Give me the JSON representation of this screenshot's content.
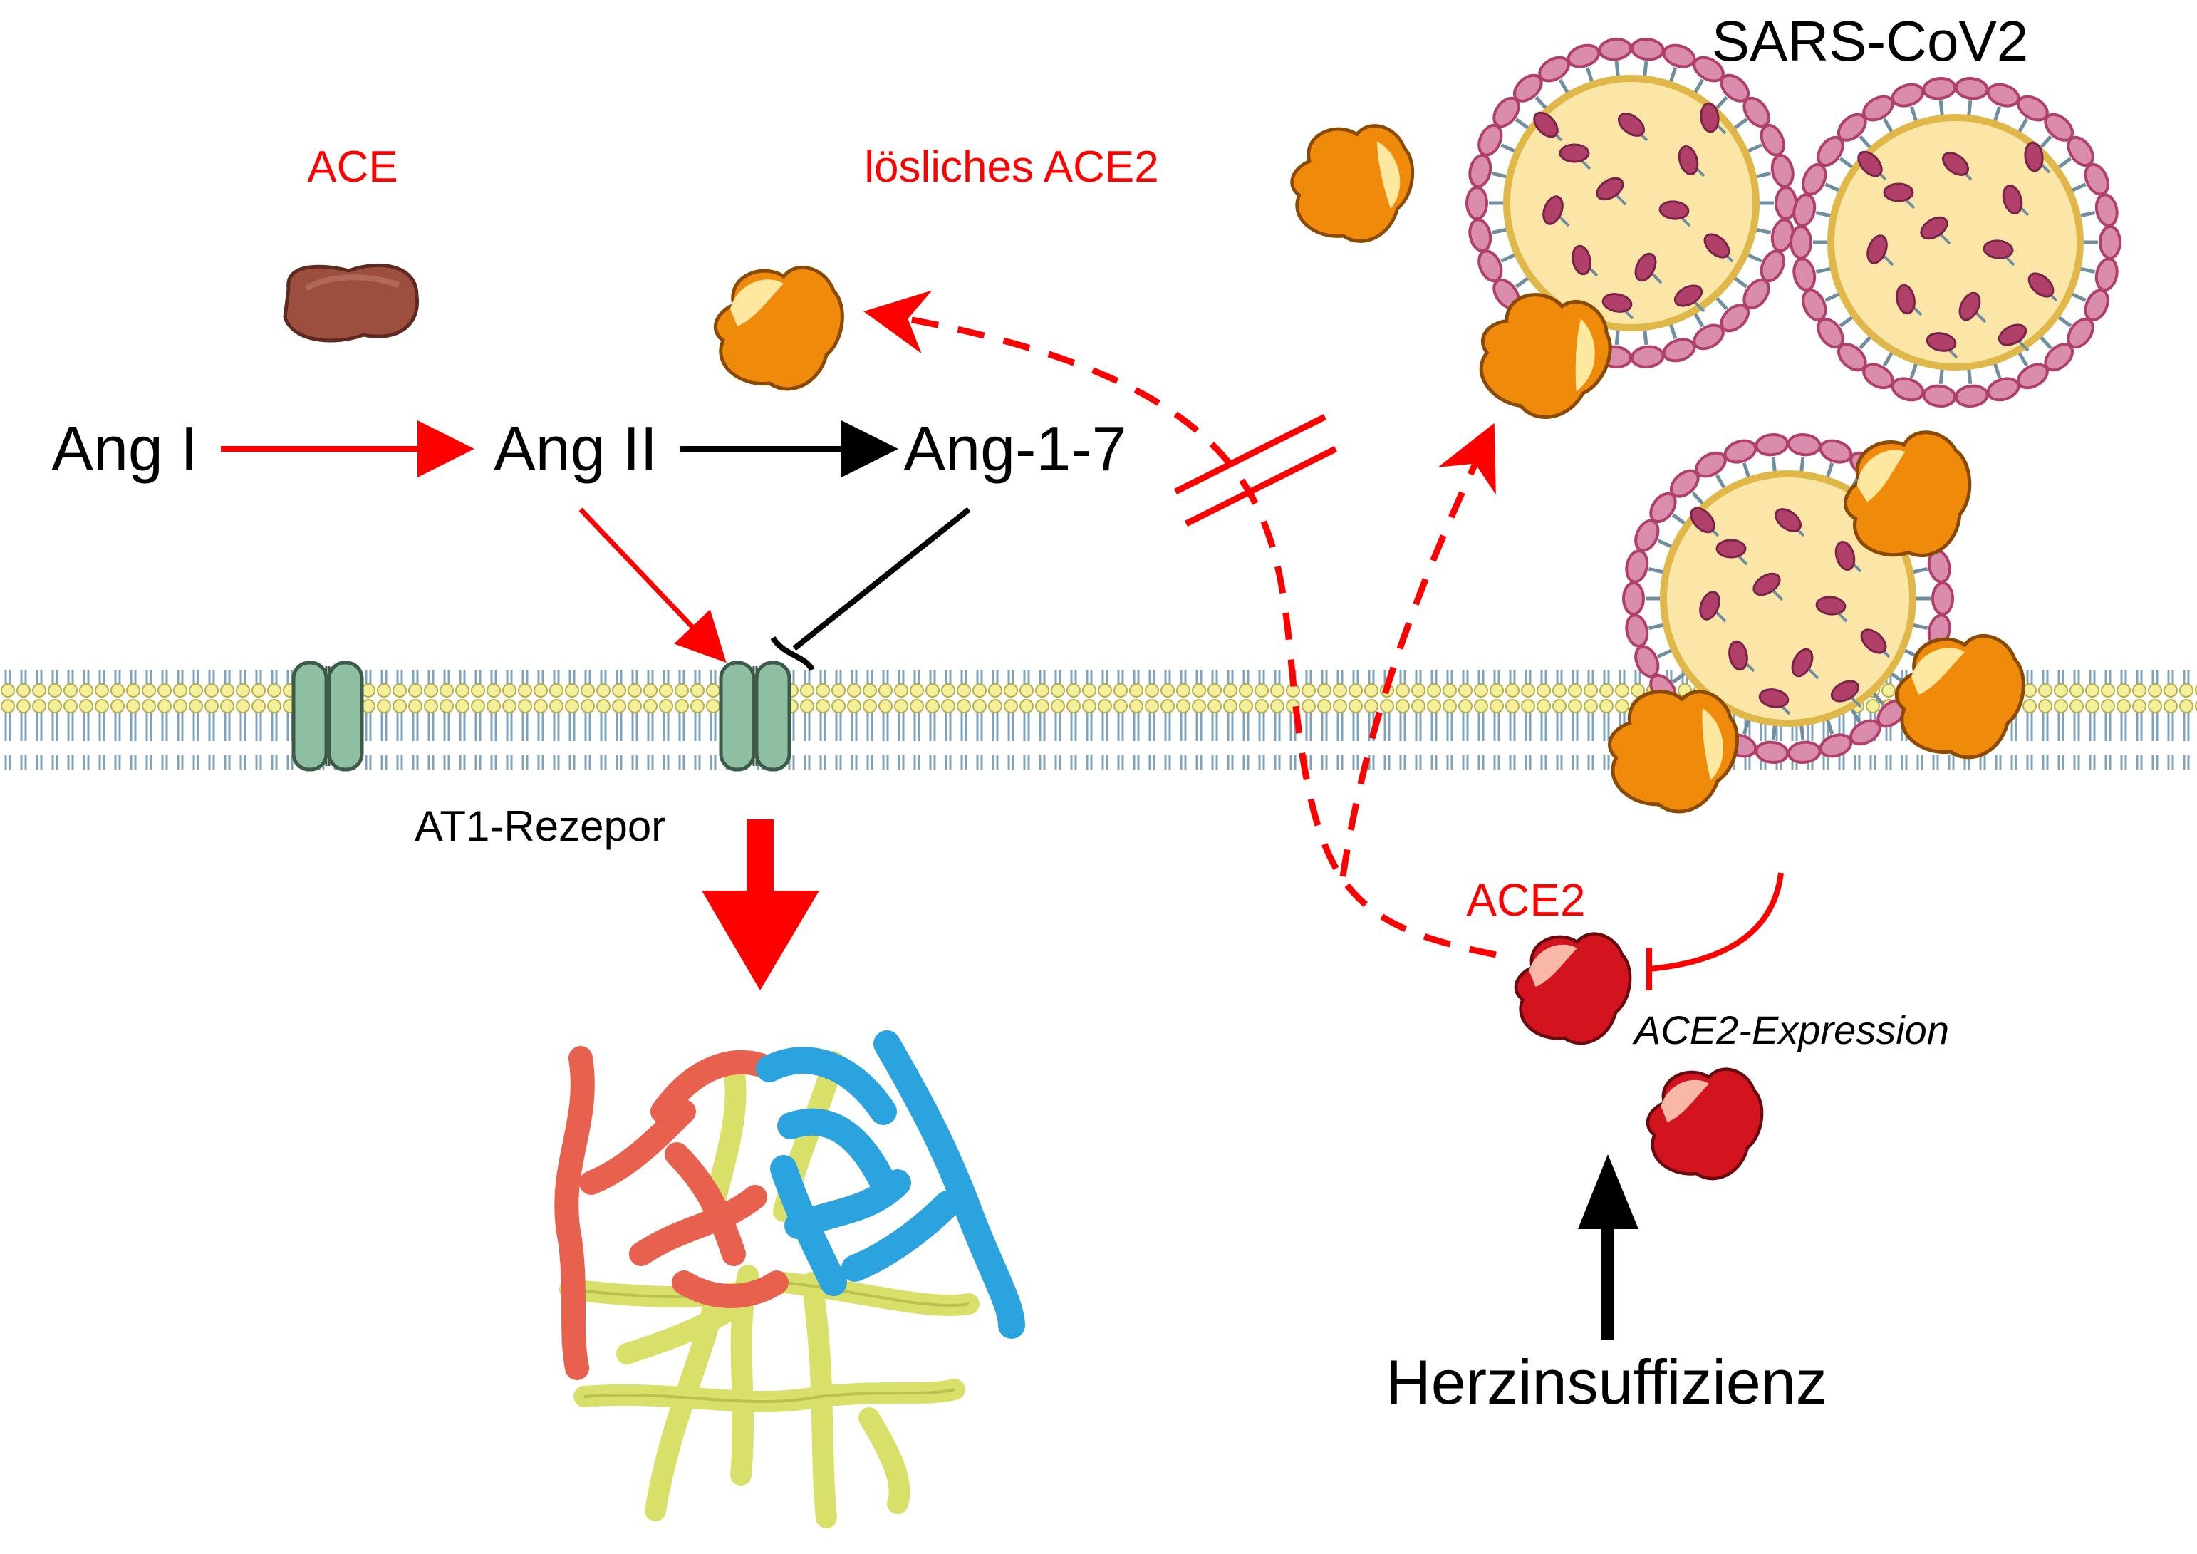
{
  "labels": {
    "ace": "ACE",
    "soluble_ace2": "lösliches ACE2",
    "sars_cov2": "SARS-CoV2",
    "ang_i": "Ang I",
    "ang_ii": "Ang II",
    "ang_1_7": "Ang-1-7",
    "at1_receptor": "AT1-Rezepor",
    "ace2": "ACE2",
    "ace2_expression": "ACE2-Expression",
    "heart_failure": "Herzinsuffizienz"
  },
  "colors": {
    "enzyme_label": "#ff0000",
    "text": "#000000",
    "arrow_red": "#ff0000",
    "arrow_black": "#000000",
    "ace_enzyme": "#9c4f3f",
    "soluble_ace2": "#f08a0a",
    "membrane_ace2": "#d3141e",
    "virus_body": "#fbe6a8",
    "virus_spike": "#b0406a",
    "at1_receptor": "#8fbfa3",
    "artery": "#e8604e",
    "vein": "#2aa3de",
    "lymph": "#d8e06a",
    "lipid_head": "#f4ef9a"
  },
  "icons": {
    "ace_enzyme": "ace-enzyme-icon",
    "soluble_ace2": "soluble-ace2-icon",
    "membrane_ace2": "membrane-ace2-icon",
    "virus": "sars-cov2-virus-icon",
    "receptor": "at1-receptor-icon",
    "vessels": "capillary-network-icon",
    "membrane": "cell-membrane-icon"
  }
}
